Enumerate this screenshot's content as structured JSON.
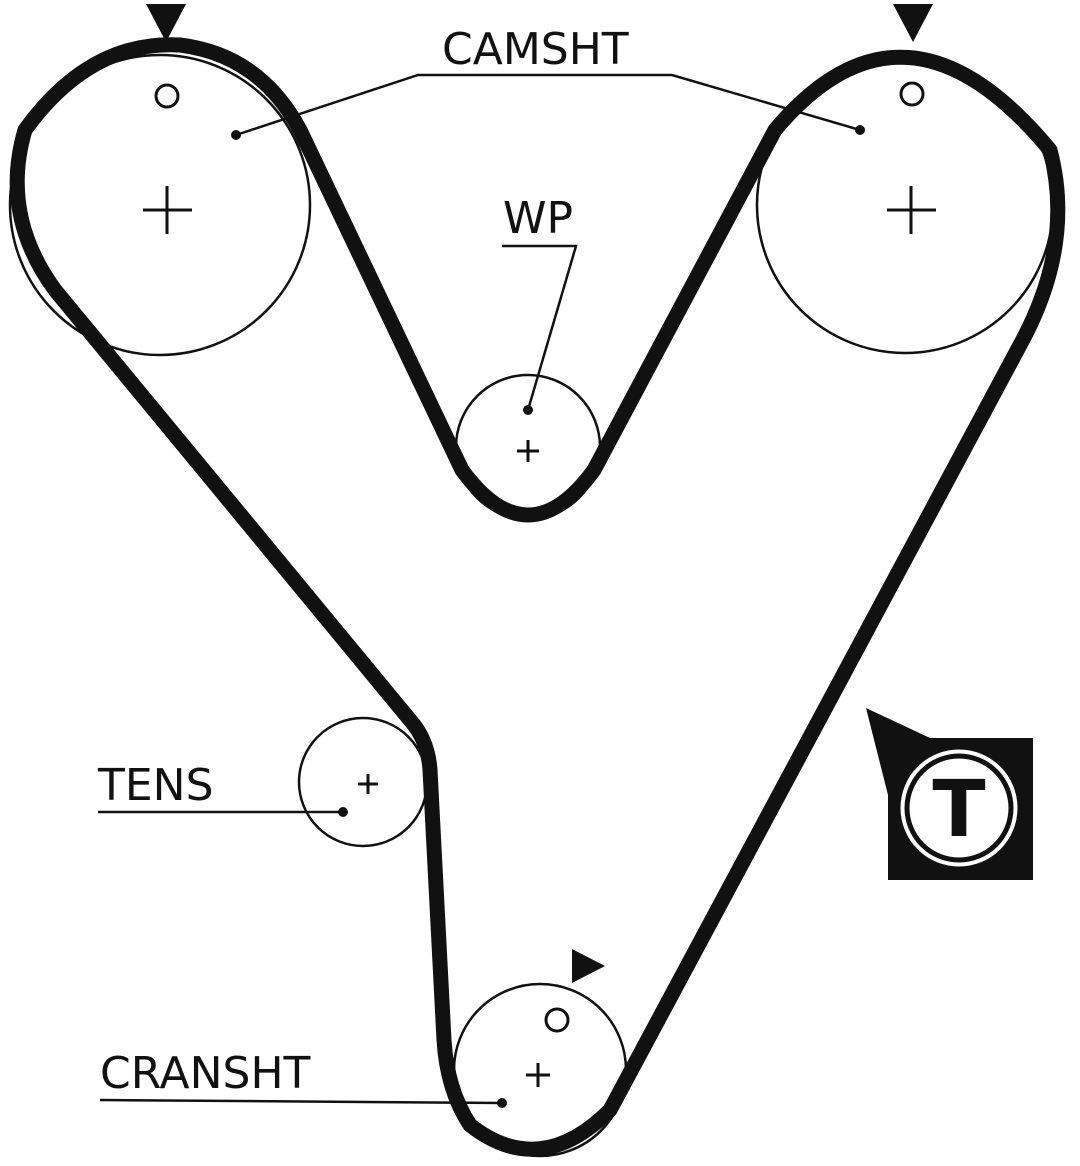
{
  "labels": {
    "camshaft": "CAMSHT",
    "water_pump": "WP",
    "tensioner": "TENS",
    "crankshaft": "CRANSHT",
    "tension_symbol": "T"
  },
  "colors": {
    "line": "#111111",
    "background": "#ffffff"
  }
}
